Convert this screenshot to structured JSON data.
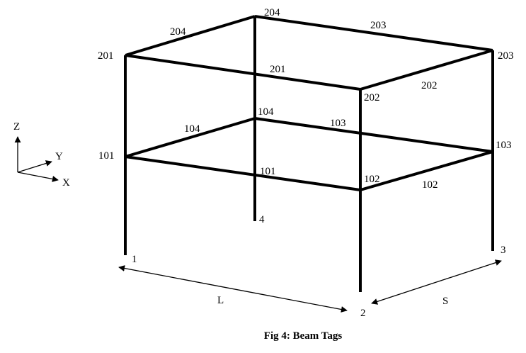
{
  "caption": "Fig 4: Beam Tags",
  "axes": {
    "z": "Z",
    "y": "Y",
    "x": "X"
  },
  "dimensions": {
    "length": "L",
    "span": "S"
  },
  "base_nodes": [
    "1",
    "2",
    "3",
    "4"
  ],
  "level1_nodes": [
    "101",
    "102",
    "103",
    "104"
  ],
  "level2_nodes": [
    "201",
    "202",
    "203",
    "204"
  ],
  "level1_beams": [
    "101",
    "102",
    "103",
    "104"
  ],
  "level2_beams": [
    "201",
    "202",
    "203",
    "204"
  ],
  "line_color": "#000000"
}
